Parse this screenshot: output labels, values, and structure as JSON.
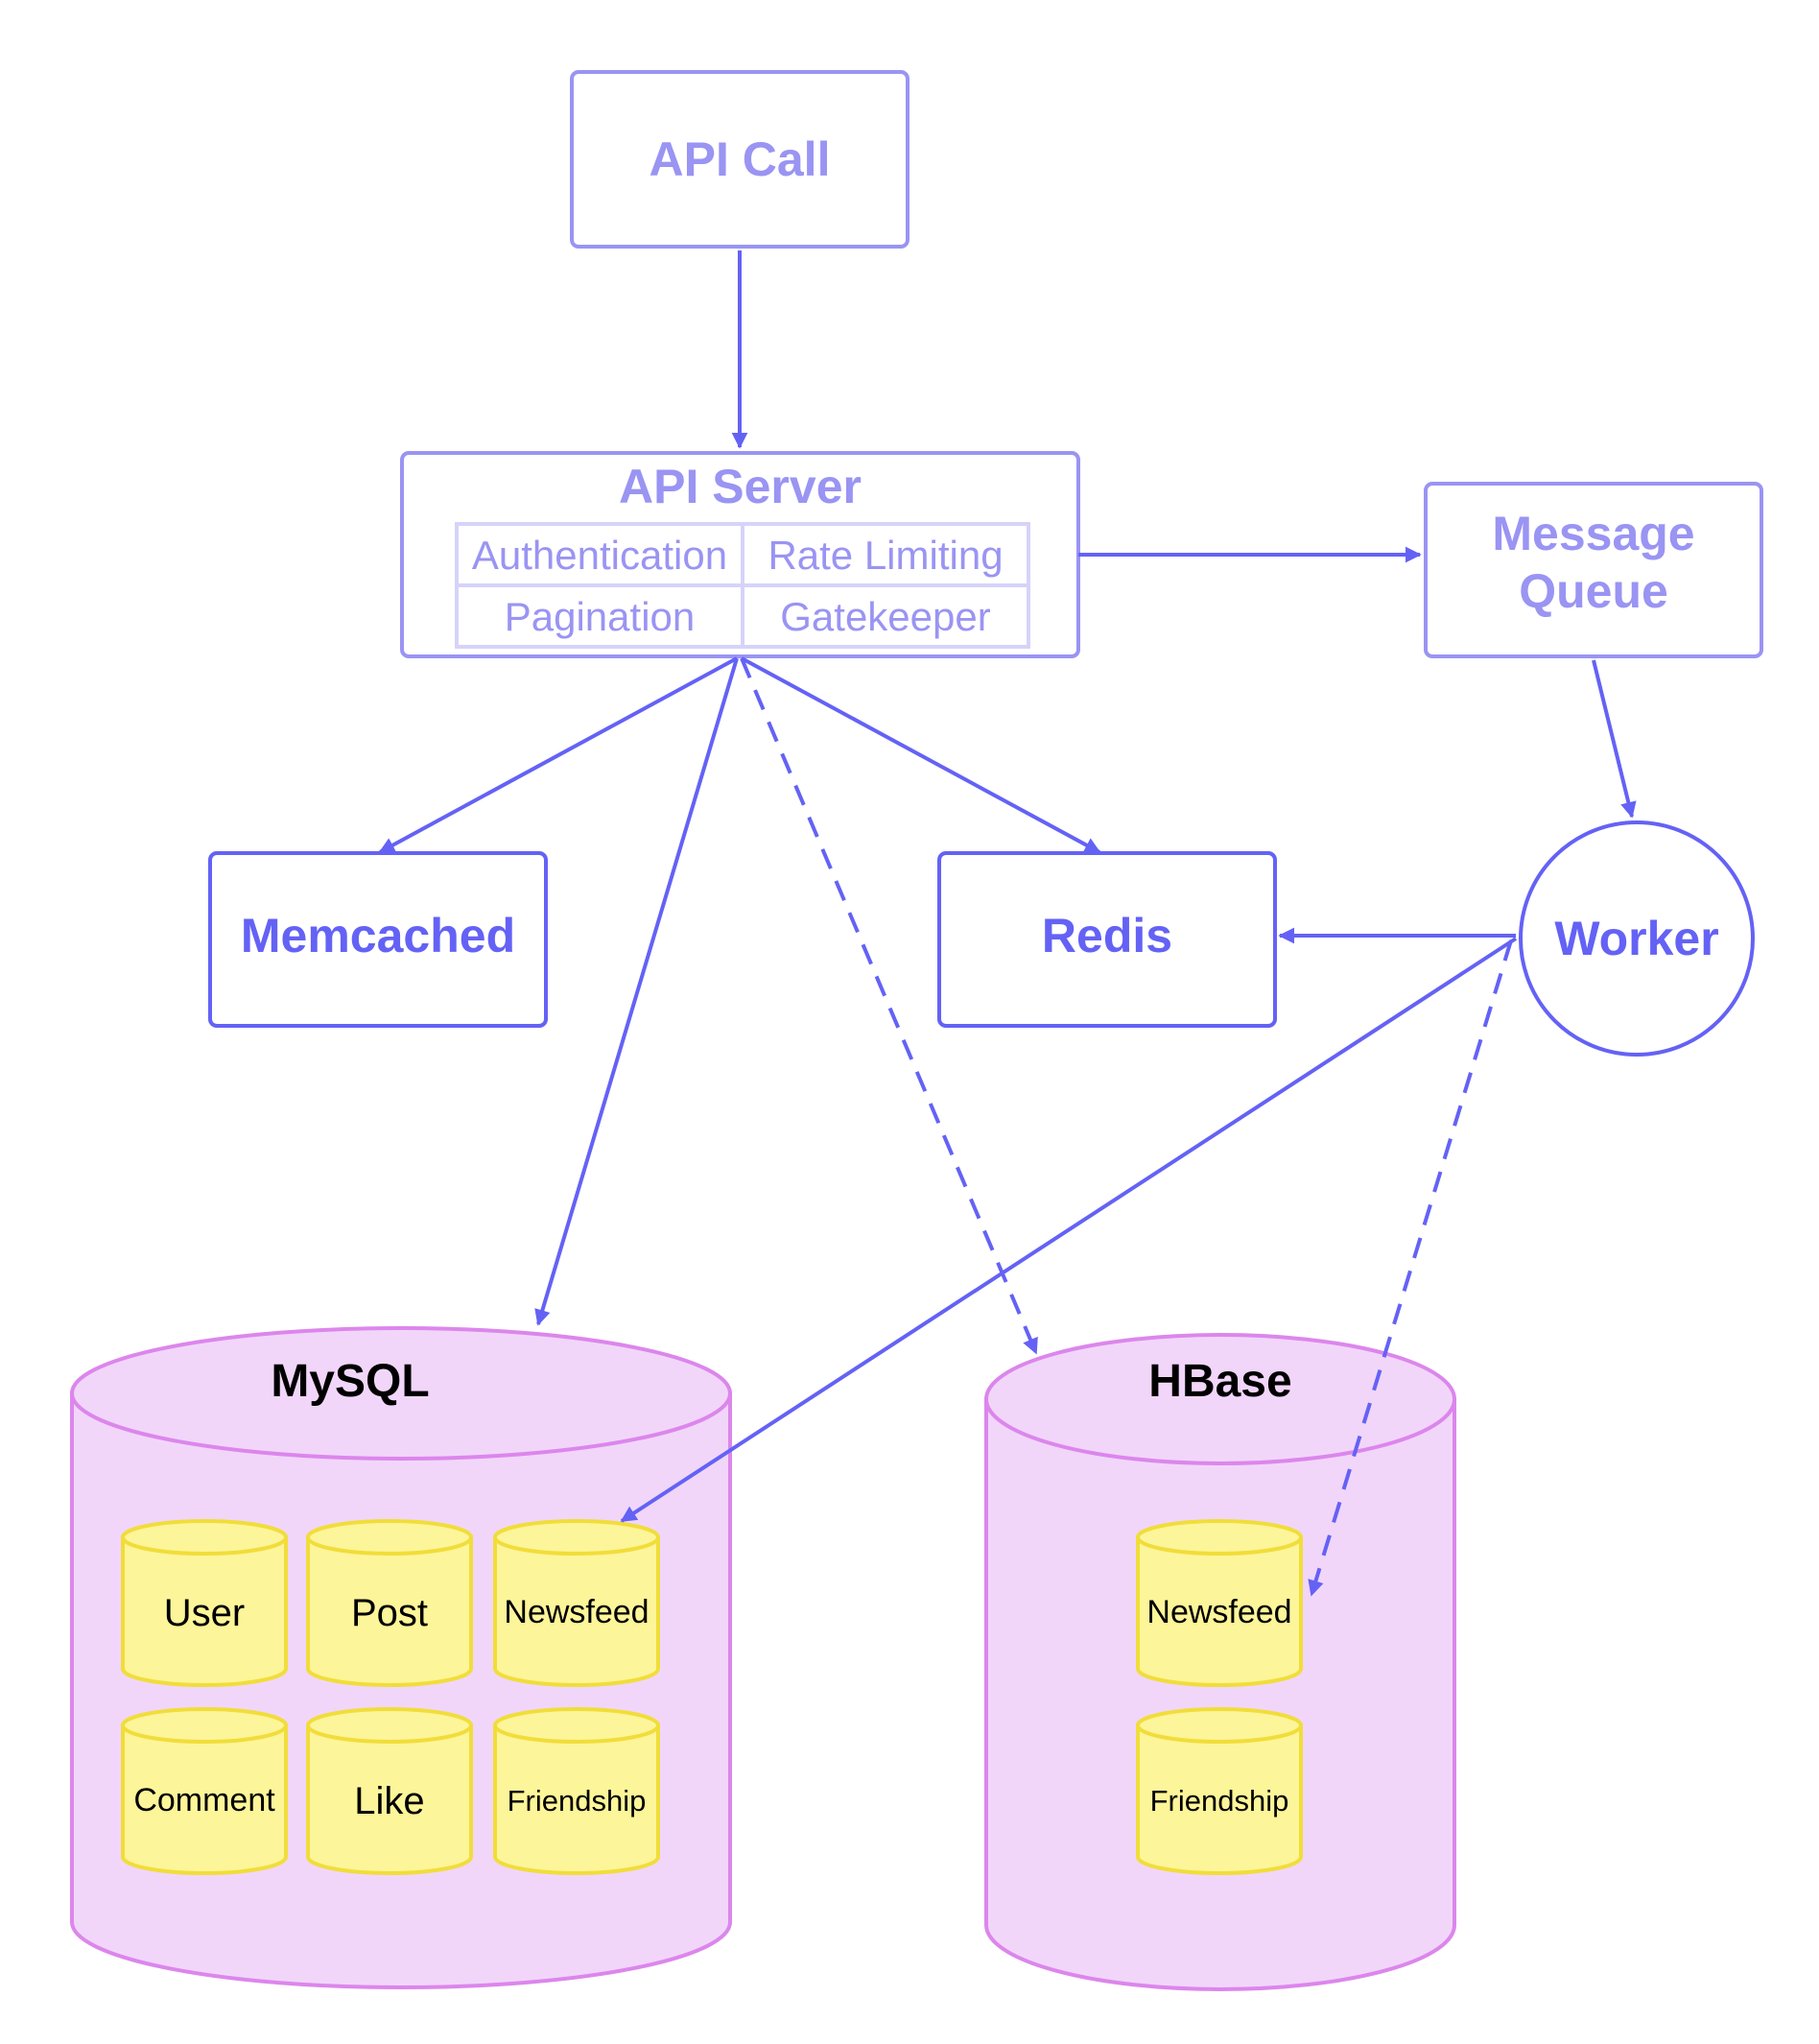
{
  "colors": {
    "light_node_border": "#9a94f3",
    "dark_node_border": "#6462f5",
    "arrow": "#6462f5",
    "database_fill": "#f1d6fa",
    "database_border": "#dc86ec",
    "table_fill": "#fdf599",
    "table_border": "#f1dd3a",
    "inner_grid_border": "#d6d3fa"
  },
  "nodes": {
    "api_call": "API Call",
    "api_server": {
      "title": "API Server",
      "features": [
        "Authentication",
        "Rate Limiting",
        "Pagination",
        "Gatekeeper"
      ]
    },
    "message_queue": {
      "line1": "Message",
      "line2": "Queue"
    },
    "memcached": "Memcached",
    "redis": "Redis",
    "worker": "Worker"
  },
  "databases": {
    "mysql": {
      "title": "MySQL",
      "tables": [
        "User",
        "Post",
        "Newsfeed",
        "Comment",
        "Like",
        "Friendship"
      ]
    },
    "hbase": {
      "title": "HBase",
      "tables": [
        "Newsfeed",
        "Friendship"
      ]
    }
  },
  "edges": [
    {
      "from": "API Call",
      "to": "API Server",
      "style": "solid"
    },
    {
      "from": "API Server",
      "to": "Message Queue",
      "style": "solid"
    },
    {
      "from": "Message Queue",
      "to": "Worker",
      "style": "solid"
    },
    {
      "from": "API Server",
      "to": "Memcached",
      "style": "solid"
    },
    {
      "from": "API Server",
      "to": "Redis",
      "style": "solid"
    },
    {
      "from": "API Server",
      "to": "MySQL",
      "style": "solid"
    },
    {
      "from": "API Server",
      "to": "HBase",
      "style": "dashed"
    },
    {
      "from": "Worker",
      "to": "Redis",
      "style": "solid"
    },
    {
      "from": "Worker",
      "to": "MySQL Newsfeed",
      "style": "solid"
    },
    {
      "from": "Worker",
      "to": "HBase Newsfeed",
      "style": "dashed"
    }
  ]
}
